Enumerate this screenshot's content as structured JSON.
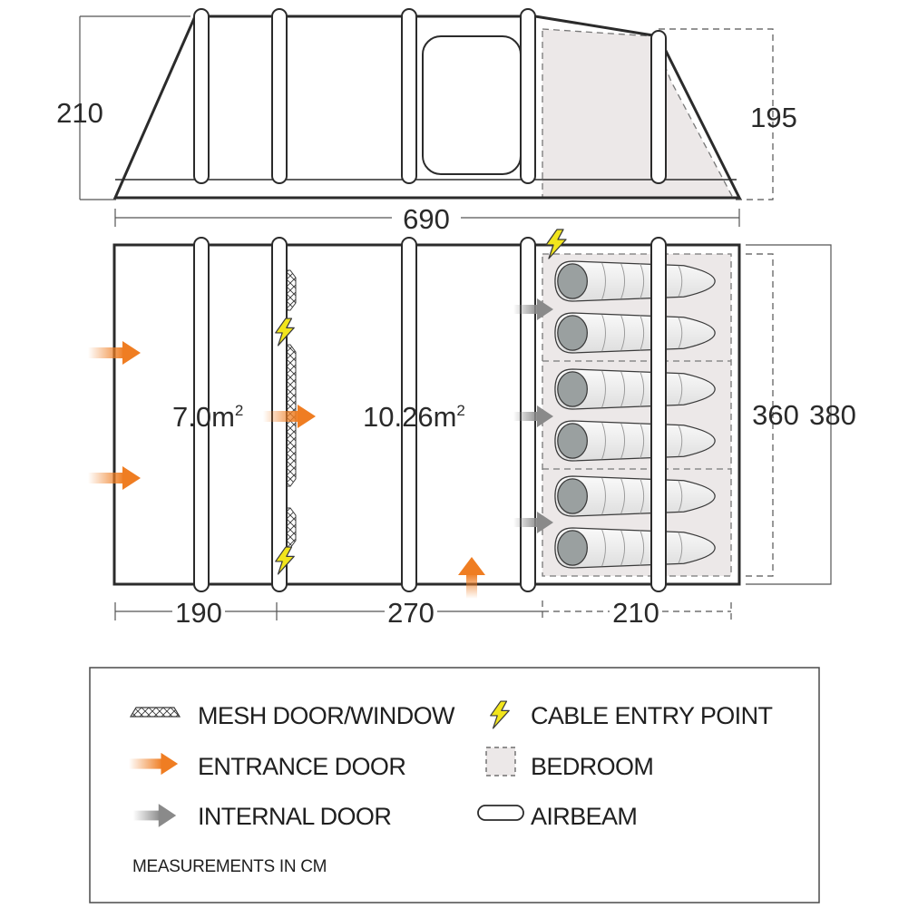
{
  "dimensions": {
    "side_height_front": "210",
    "side_height_rear": "195",
    "total_length": "690",
    "width_bedroom": "360",
    "width_total": "380",
    "section_porch": "190",
    "section_living": "270",
    "section_bedroom": "210"
  },
  "areas": {
    "porch": {
      "value": "7.0m",
      "sup": "2"
    },
    "living": {
      "value": "10.26m",
      "sup": "2"
    }
  },
  "legend": {
    "mesh": "MESH DOOR/WINDOW",
    "cable": "CABLE ENTRY POINT",
    "entrance": "ENTRANCE DOOR",
    "bedroom": "BEDROOM",
    "internal": "INTERNAL DOOR",
    "airbeam": "AIRBEAM",
    "note": "MEASUREMENTS IN CM"
  },
  "icons": {
    "mesh": "crosshatch-icon",
    "cable": "lightning-bolt-icon",
    "entrance": "orange-arrow-icon",
    "bedroom": "dashed-box-icon",
    "internal": "grey-arrow-icon",
    "airbeam": "pill-icon"
  },
  "colors": {
    "entrance_door": "#ef7d22",
    "internal_door": "#8a8a8a",
    "bedroom_fill": "#ece8e8",
    "cable_bolt": "#f2e51c",
    "outline": "#2b2b2b"
  }
}
